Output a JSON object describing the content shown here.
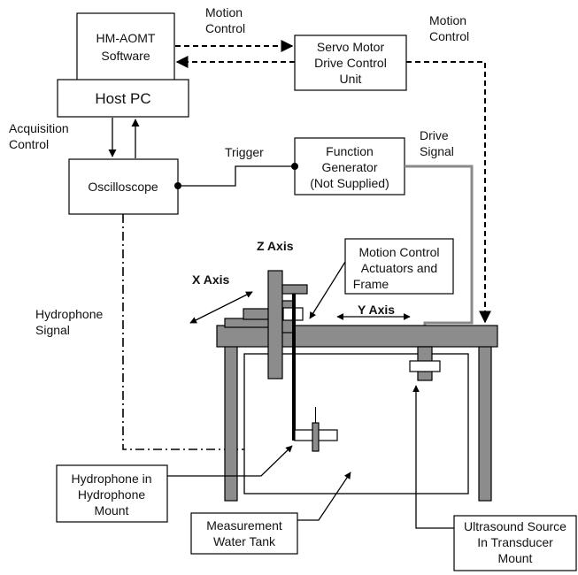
{
  "blocks": {
    "software": [
      "HM-AOMT",
      "Software"
    ],
    "host_pc": "Host PC",
    "servo": [
      "Servo Motor",
      "Drive Control",
      "Unit"
    ],
    "oscilloscope": "Oscilloscope",
    "function_generator": [
      "Function",
      "Generator",
      "(Not Supplied)"
    ]
  },
  "signals": {
    "motion_control_left": [
      "Motion",
      "Control"
    ],
    "motion_control_right": [
      "Motion",
      "Control"
    ],
    "acquisition_control": [
      "Acquisition",
      "Control"
    ],
    "trigger": "Trigger",
    "drive_signal": [
      "Drive",
      "Signal"
    ],
    "hydrophone_signal": [
      "Hydrophone",
      "Signal"
    ]
  },
  "axes": {
    "z": "Z Axis",
    "x": "X Axis",
    "y": "Y Axis"
  },
  "callouts": {
    "actuators": [
      "Motion Control",
      "Actuators and",
      "Frame"
    ],
    "hydrophone": [
      "Hydrophone in",
      "Hydrophone",
      "Mount"
    ],
    "tank": [
      "Measurement",
      "Water Tank"
    ],
    "ultrasound": [
      "Ultrasound Source",
      "In Transducer",
      "Mount"
    ]
  }
}
